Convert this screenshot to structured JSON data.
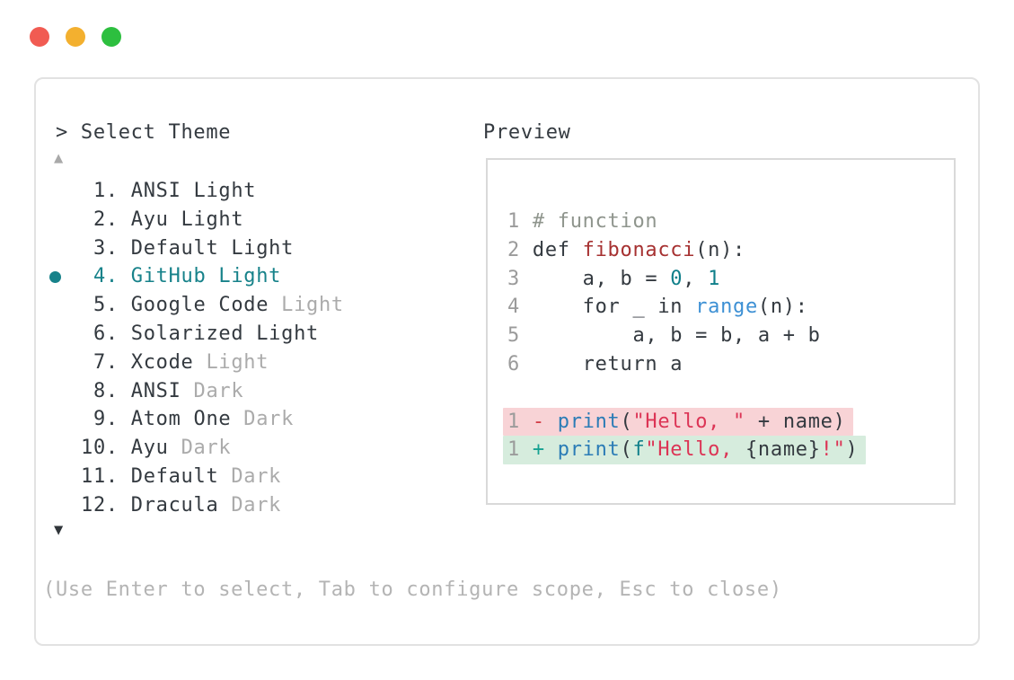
{
  "palette": {
    "text-dark": "#343a40",
    "text-dim": "#ababab",
    "accent-teal": "#17828a",
    "line-number": "#9b9b9b",
    "comment": "#8f958d",
    "function-red": "#a63131",
    "number-teal": "#0f7f8a",
    "builtin-blue": "#3d90d4",
    "print-blue": "#2b7cb6",
    "string-red": "#dc3455",
    "diff-minus": "#d23b45",
    "diff-plus": "#17a292",
    "removed-bg": "#f8d3d6",
    "added-bg": "#d6ecdd",
    "panel-border": "#e2e2e2",
    "preview-border": "#d9d9d9",
    "hint-text": "#b4b4b4",
    "arrow-up": "#a9a9a9",
    "arrow-down": "#30353a",
    "traffic-red": "#f15b52",
    "traffic-yellow": "#f3b02f",
    "traffic-green": "#2dbf3f"
  },
  "theme_picker": {
    "title": "> Select Theme",
    "scroll_up": "▲",
    "scroll_down": "▼",
    "hint": "(Use Enter to select, Tab to configure scope, Esc to close)",
    "items": [
      {
        "text": " 1. ANSI Light",
        "dim": "",
        "selected": false
      },
      {
        "text": " 2. Ayu Light",
        "dim": "",
        "selected": false
      },
      {
        "text": " 3. Default Light",
        "dim": "",
        "selected": false
      },
      {
        "text": " 4. GitHub Light",
        "dim": "",
        "selected": true
      },
      {
        "text": " 5. Google Code ",
        "dim": "Light",
        "selected": false
      },
      {
        "text": " 6. Solarized Light",
        "dim": "",
        "selected": false
      },
      {
        "text": " 7. Xcode ",
        "dim": "Light",
        "selected": false
      },
      {
        "text": " 8. ANSI ",
        "dim": "Dark",
        "selected": false
      },
      {
        "text": " 9. Atom One ",
        "dim": "Dark",
        "selected": false
      },
      {
        "text": "10. Ayu ",
        "dim": "Dark",
        "selected": false
      },
      {
        "text": "11. Default ",
        "dim": "Dark",
        "selected": false
      },
      {
        "text": "12. Dracula ",
        "dim": "Dark",
        "selected": false
      }
    ]
  },
  "preview": {
    "label": "Preview",
    "lines": [
      {
        "name": "code-line-1",
        "tokens": [
          {
            "t": "1 ",
            "c": "ln"
          },
          {
            "t": "# function",
            "c": "cm"
          }
        ]
      },
      {
        "name": "code-line-2",
        "tokens": [
          {
            "t": "2 ",
            "c": "ln"
          },
          {
            "t": "def ",
            "c": "pl"
          },
          {
            "t": "fibonacci",
            "c": "fn"
          },
          {
            "t": "(n):",
            "c": "pl"
          }
        ]
      },
      {
        "name": "code-line-3",
        "tokens": [
          {
            "t": "3 ",
            "c": "ln"
          },
          {
            "t": "    a, b = ",
            "c": "pl"
          },
          {
            "t": "0",
            "c": "num"
          },
          {
            "t": ", ",
            "c": "pl"
          },
          {
            "t": "1",
            "c": "num"
          }
        ]
      },
      {
        "name": "code-line-4",
        "tokens": [
          {
            "t": "4 ",
            "c": "ln"
          },
          {
            "t": "    for _ in ",
            "c": "pl"
          },
          {
            "t": "range",
            "c": "blt"
          },
          {
            "t": "(n):",
            "c": "pl"
          }
        ]
      },
      {
        "name": "code-line-5",
        "tokens": [
          {
            "t": "5 ",
            "c": "ln"
          },
          {
            "t": "        a, b = b, a + b",
            "c": "pl"
          }
        ]
      },
      {
        "name": "code-line-6",
        "tokens": [
          {
            "t": "6 ",
            "c": "ln"
          },
          {
            "t": "    return a",
            "c": "pl"
          }
        ]
      },
      {
        "name": "code-line-blank",
        "tokens": []
      },
      {
        "name": "diff-line-removed",
        "bg": "removed",
        "tokens": [
          {
            "t": "1 ",
            "c": "ln"
          },
          {
            "t": "- ",
            "c": "del"
          },
          {
            "t": "print",
            "c": "pr"
          },
          {
            "t": "(",
            "c": "pl"
          },
          {
            "t": "\"Hello, \"",
            "c": "str"
          },
          {
            "t": " + name)",
            "c": "pl"
          }
        ]
      },
      {
        "name": "diff-line-added",
        "bg": "added",
        "tokens": [
          {
            "t": "1 ",
            "c": "ln"
          },
          {
            "t": "+ ",
            "c": "add"
          },
          {
            "t": "print",
            "c": "pr"
          },
          {
            "t": "(",
            "c": "pl"
          },
          {
            "t": "f",
            "c": "num"
          },
          {
            "t": "\"Hello, ",
            "c": "str"
          },
          {
            "t": "{name}",
            "c": "pl"
          },
          {
            "t": "!\"",
            "c": "str"
          },
          {
            "t": ")",
            "c": "pl"
          }
        ]
      }
    ]
  }
}
